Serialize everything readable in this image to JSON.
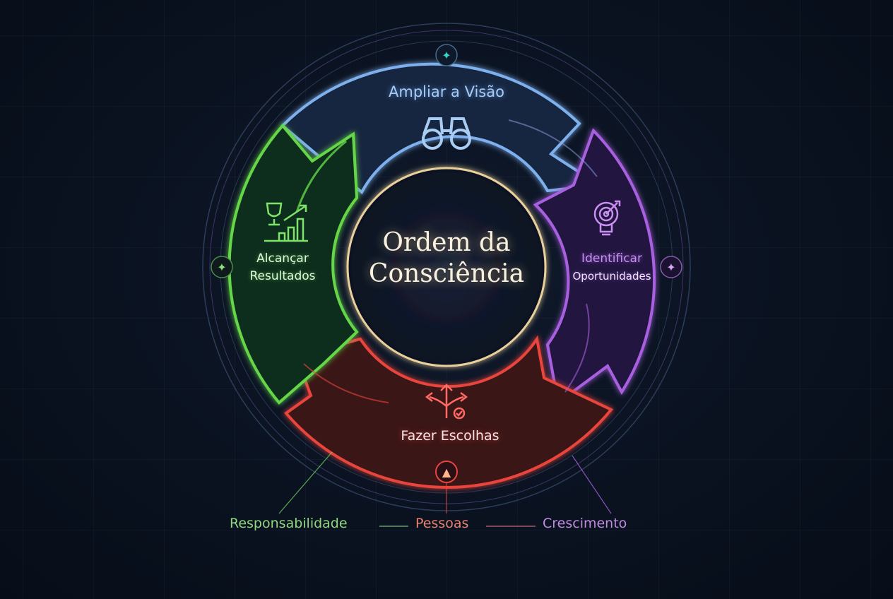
{
  "diagram": {
    "center_title": {
      "line1": "Ordem da",
      "line2": "Consciência"
    },
    "segments": [
      {
        "id": "top",
        "label": "Ampliar a Visão",
        "icon": "binoculars-icon",
        "color": "#7fb0ee"
      },
      {
        "id": "right",
        "label_line1": "Identificar",
        "label_line2": "Oportunidades",
        "icon": "target-lightbulb-icon",
        "color": "#a861e0"
      },
      {
        "id": "bottom",
        "label": "Fazer Escolhas",
        "icon": "branching-arrows-check-icon",
        "color": "#e8453e"
      },
      {
        "id": "left",
        "label_line1": "Alcançar",
        "label_line2": "Resultados",
        "icon": "trophy-growth-chart-icon",
        "color": "#66d64a"
      }
    ],
    "nodes": [
      {
        "position": "top",
        "icon": "sparkle-icon",
        "color": "#38d7c0"
      },
      {
        "position": "left",
        "icon": "sparkle-icon",
        "color": "#8fe07a"
      },
      {
        "position": "right",
        "icon": "sparkle-icon",
        "color": "#d9a8f5"
      },
      {
        "position": "bottom",
        "icon": "arrow-up-icon",
        "color": "#ffb48a"
      }
    ],
    "legend": {
      "items": [
        {
          "label": "Responsabilidade",
          "color": "#8fd77f"
        },
        {
          "label": "Pessoas",
          "color": "#e98070"
        },
        {
          "label": "Crescimento",
          "color": "#c08be0"
        }
      ]
    }
  }
}
